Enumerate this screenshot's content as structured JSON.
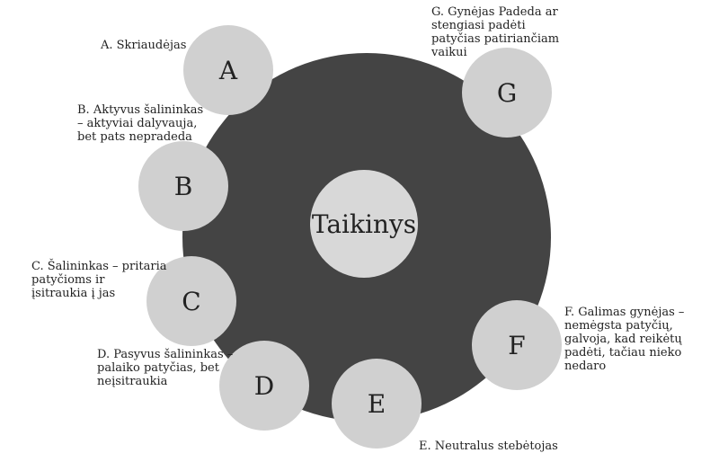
{
  "colors": {
    "outer_circle": "#444444",
    "node_fill": "#d0d0d0",
    "center_fill": "#d8d8d8",
    "text": "#222222"
  },
  "center": {
    "label": "Taikinys"
  },
  "nodes": {
    "A": {
      "letter": "A",
      "description": "A. Skriaudėjas"
    },
    "B": {
      "letter": "B",
      "description": "B. Aktyvus šalininkas\n– aktyviai dalyvauja,\n bet pats nepradeda"
    },
    "C": {
      "letter": "C",
      "description": "C.  Šalininkas – pritaria\npatyčioms ir\nįsitraukia į jas"
    },
    "D": {
      "letter": "D",
      "description": "D.  Pasyvus šalininkas –\npalaiko patyčias, bet\n neįsitraukia"
    },
    "E": {
      "letter": "E",
      "description": "E. Neutralus stebėtojas"
    },
    "F": {
      "letter": "F",
      "description": "F. Galimas gynėjas –\nnemėgsta patyčių,\n galvoja, kad reikėtų\npadėti, tačiau nieko nedaro"
    },
    "G": {
      "letter": "G",
      "description": "G. Gynėjas Padeda ar\nstengiasi padėti\npatyčias patiriančiam\nvaikui"
    }
  }
}
